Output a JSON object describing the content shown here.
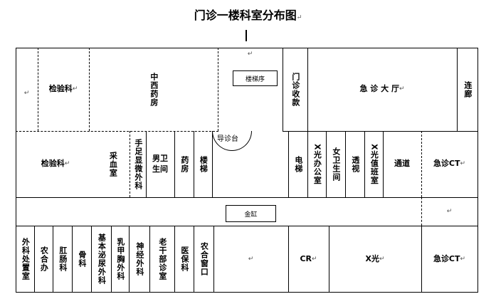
{
  "title": "门诊一楼科室分布图",
  "pilcrow": "↵",
  "row1": {
    "lab": "检验科",
    "tcm": "中西药房",
    "stairs_box": "楼梯序",
    "cashier": "门诊收款",
    "emergency_hall": "急 诊 大 厅",
    "corridor": "连廊"
  },
  "row2": {
    "lab": "检验科",
    "blood_draw": "采血室",
    "hand_foot_micro": "手足显微外科",
    "mens_toilet": "男卫生间",
    "pharmacy": "药房",
    "stairs": "楼梯",
    "triage": "导诊台",
    "elevator": "电梯",
    "xray_office": "X光办公室",
    "womens_toilet": "女卫生间",
    "dialysis": "透视",
    "xray_duty": "X光值班室",
    "passage": "通道",
    "emergency_ct": "急诊CT"
  },
  "middle": {
    "box": "金缸"
  },
  "row3": {
    "surgery": "外科处置室",
    "rural": "农合办",
    "anal": "肛肠科",
    "ortho": "骨科",
    "urology": "基本泌尿外科",
    "breast": "乳甲胸外科",
    "neuro": "神经外科",
    "cadre": "老干部诊室",
    "health": "医保科",
    "rural_window": "农合窗口",
    "cr": "CR",
    "xray": "X光",
    "emergency_ct": "急诊CT"
  }
}
